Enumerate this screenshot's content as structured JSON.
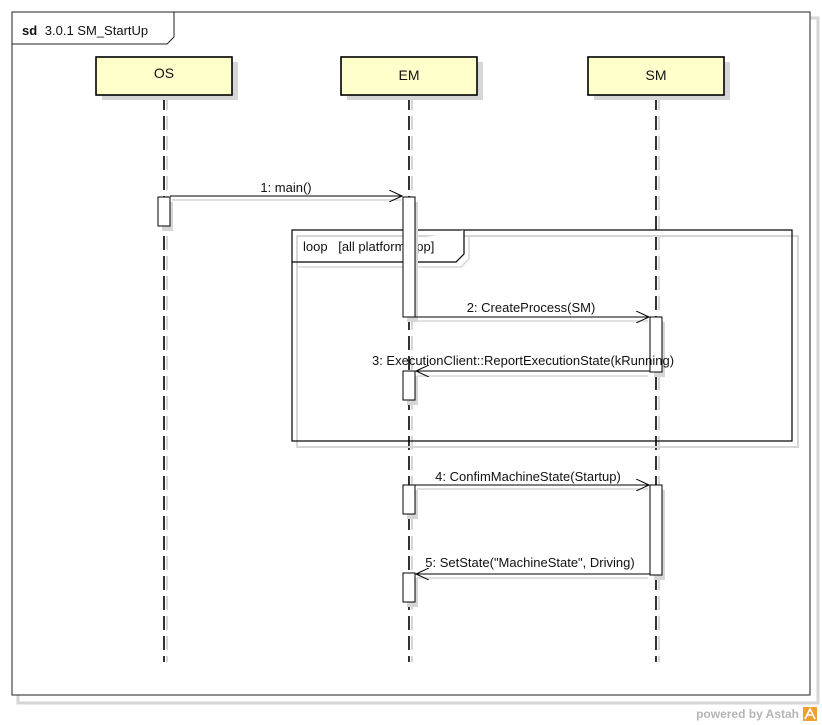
{
  "frame": {
    "keyword": "sd",
    "name": "3.0.1 SM_StartUp"
  },
  "lifelines": [
    {
      "id": "os",
      "name": "OS"
    },
    {
      "id": "em",
      "name": "EM"
    },
    {
      "id": "sm",
      "name": "SM"
    }
  ],
  "fragment": {
    "operator": "loop",
    "guard": "[all platform app]"
  },
  "messages": [
    {
      "id": "m1",
      "label": "1: main()",
      "from": "OS",
      "to": "EM"
    },
    {
      "id": "m2",
      "label": "2: CreateProcess(SM)",
      "from": "EM",
      "to": "SM"
    },
    {
      "id": "m3",
      "label": "3: ExecutionClient::ReportExecutionState(kRunning)",
      "from": "SM",
      "to": "EM"
    },
    {
      "id": "m4",
      "label": "4: ConfimMachineState(Startup)",
      "from": "EM",
      "to": "SM"
    },
    {
      "id": "m5",
      "label": "5: SetState(\"MachineState\", Driving)",
      "from": "SM",
      "to": "EM"
    }
  ],
  "watermark": {
    "text": "powered by Astah",
    "logo_color": "#f0a030"
  },
  "colors": {
    "lifeline_head_fill": "#ffffcc",
    "shadow": "#d6d6d6",
    "line": "#000000"
  }
}
